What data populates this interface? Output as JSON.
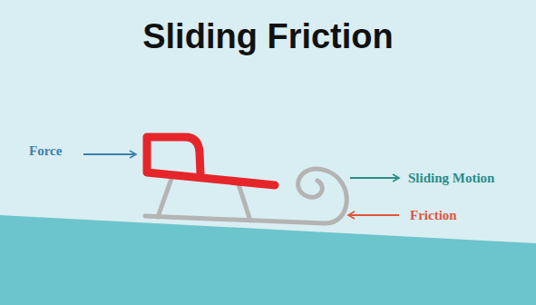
{
  "diagram": {
    "title": "Sliding Friction",
    "labels": [
      "Force",
      "Sliding Motion",
      "Friction"
    ]
  }
}
